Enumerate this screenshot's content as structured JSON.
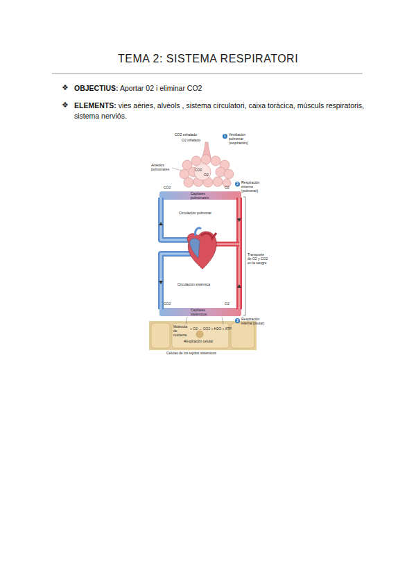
{
  "diagram": {
    "title": "TEMA 2: SISTEMA RESPIRATORI",
    "labels": [
      "❖",
      "OBJECTIUS:",
      "Aportar 02 i eliminar CO2",
      "❖",
      "ELEMENTS:",
      "vies aèries, alvèols , sistema circulatori, caixa toràcica, músculs respiratoris, sistema nerviós.",
      "CO2 exhalado",
      "O2 inhalado",
      "1",
      "Ventilación pulmonar (respiración)",
      "Alvéolos pulmonares",
      "CO2",
      "O2",
      "2",
      "Respiración externa (pulmonar)",
      "CO2",
      "Capilares pulmonares",
      "O2",
      "Circulación pulmonar",
      "Transporte de O2 y CO2 en la sangre",
      "Circulación sistémica",
      "CO2",
      "Capilares sistémicos",
      "O2",
      "3",
      "Respiración interna (tisular)",
      "Molécula de nutriente",
      "+ O2 → CO2 + H2O + ATP",
      "Respiración celular",
      "Células de los tejidos sistémicos"
    ]
  }
}
